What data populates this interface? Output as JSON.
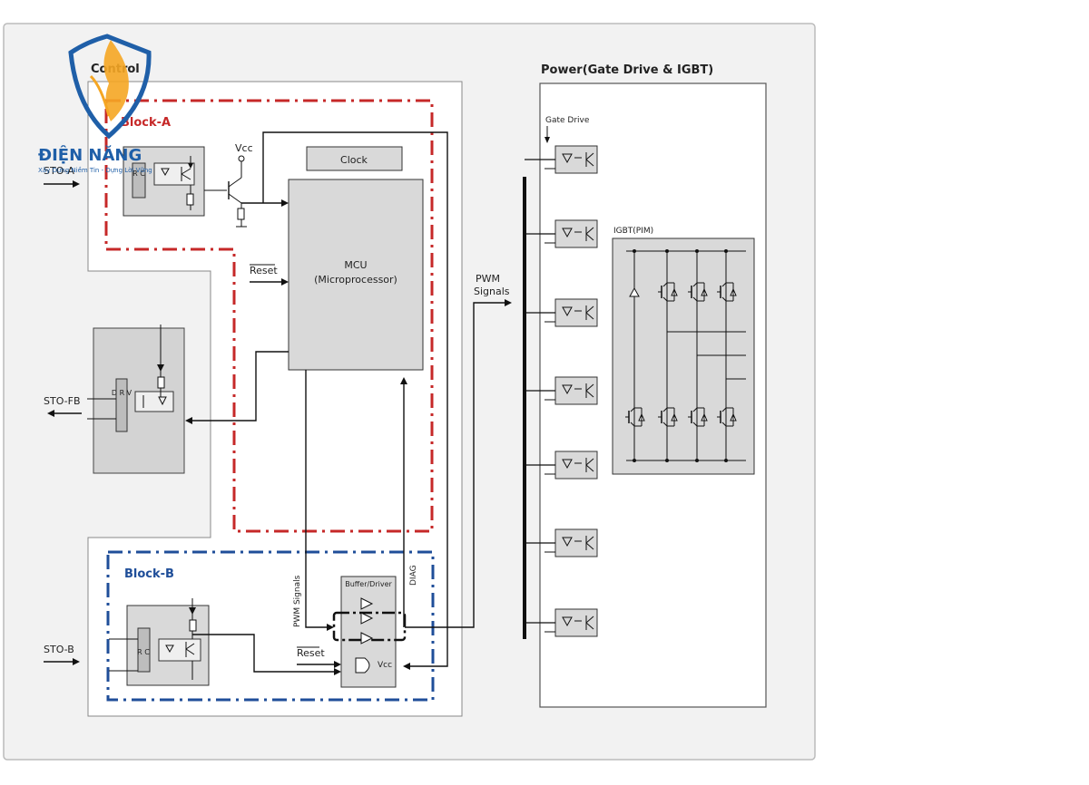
{
  "logo": {
    "text": "ĐIỆN NĂNG",
    "tagline": "Xây Dựng Niềm Tin - Dựng Lời Vững"
  },
  "control": {
    "title": "Control",
    "block_a": {
      "title": "Block-A",
      "input_label": "STO-A",
      "vcc_label": "Vcc",
      "rc_label": "R C"
    },
    "clock_label": "Clock",
    "mcu_label": "MCU",
    "mcu_sub": "(Microprocessor)",
    "reset_label": "Reset",
    "sto_fb": {
      "label": "STO-FB",
      "drv_label": "D R V"
    },
    "block_b": {
      "title": "Block-B",
      "input_label": "STO-B",
      "rc_label": "R C",
      "pwm_signals_label": "PWM Signals",
      "diag_label": "DIAG",
      "buffer_label": "Buffer/Driver",
      "reset_label": "Reset",
      "vcc_label": "Vcc"
    }
  },
  "pwm_label_1": "PWM",
  "pwm_label_2": "Signals",
  "power": {
    "title": "Power(Gate Drive & IGBT)",
    "gate_drive_label": "Gate Drive",
    "igbt_label": "IGBT(PIM)"
  },
  "colors": {
    "block_a": "#c62828",
    "block_b": "#1f4e99",
    "logo_orange": "#f5a623",
    "logo_blue": "#1f5fa8"
  }
}
